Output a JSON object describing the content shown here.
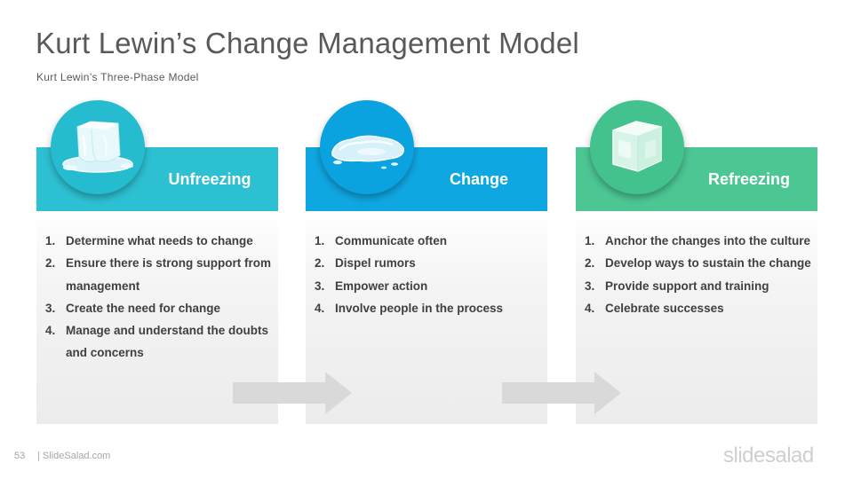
{
  "header": {
    "title": "Kurt Lewin’s Change Management Model",
    "subtitle": "Kurt Lewin’s Three-Phase Model"
  },
  "columns": [
    {
      "label": "Unfreezing",
      "icon": "ice-melting-icon",
      "color": "#2DC0D2",
      "circle_color": "#26BCD0",
      "items": [
        {
          "num": "1.",
          "text": "Determine what needs to change"
        },
        {
          "num": "2.",
          "text": "Ensure there is strong support from management"
        },
        {
          "num": "3.",
          "text": "Create the need for change"
        },
        {
          "num": "4.",
          "text": "Manage and understand the doubts and concerns"
        }
      ]
    },
    {
      "label": "Change",
      "icon": "water-puddle-icon",
      "color": "#0FA7E2",
      "circle_color": "#0AA2DF",
      "items": [
        {
          "num": "1.",
          "text": "Communicate often"
        },
        {
          "num": "2.",
          "text": "Dispel rumors"
        },
        {
          "num": "3.",
          "text": "Empower action"
        },
        {
          "num": "4.",
          "text": "Involve people in the process"
        }
      ]
    },
    {
      "label": "Refreezing",
      "icon": "ice-cube-icon",
      "color": "#4CC794",
      "circle_color": "#44C28E",
      "items": [
        {
          "num": "1.",
          "text": "Anchor the changes into the culture"
        },
        {
          "num": "2.",
          "text": "Develop ways to sustain the change"
        },
        {
          "num": "3.",
          "text": "Provide support and training"
        },
        {
          "num": "4.",
          "text": "Celebrate successes"
        }
      ]
    }
  ],
  "footer": {
    "page_number": "53",
    "site": "| SlideSalad.com",
    "brand": "slidesalad"
  }
}
